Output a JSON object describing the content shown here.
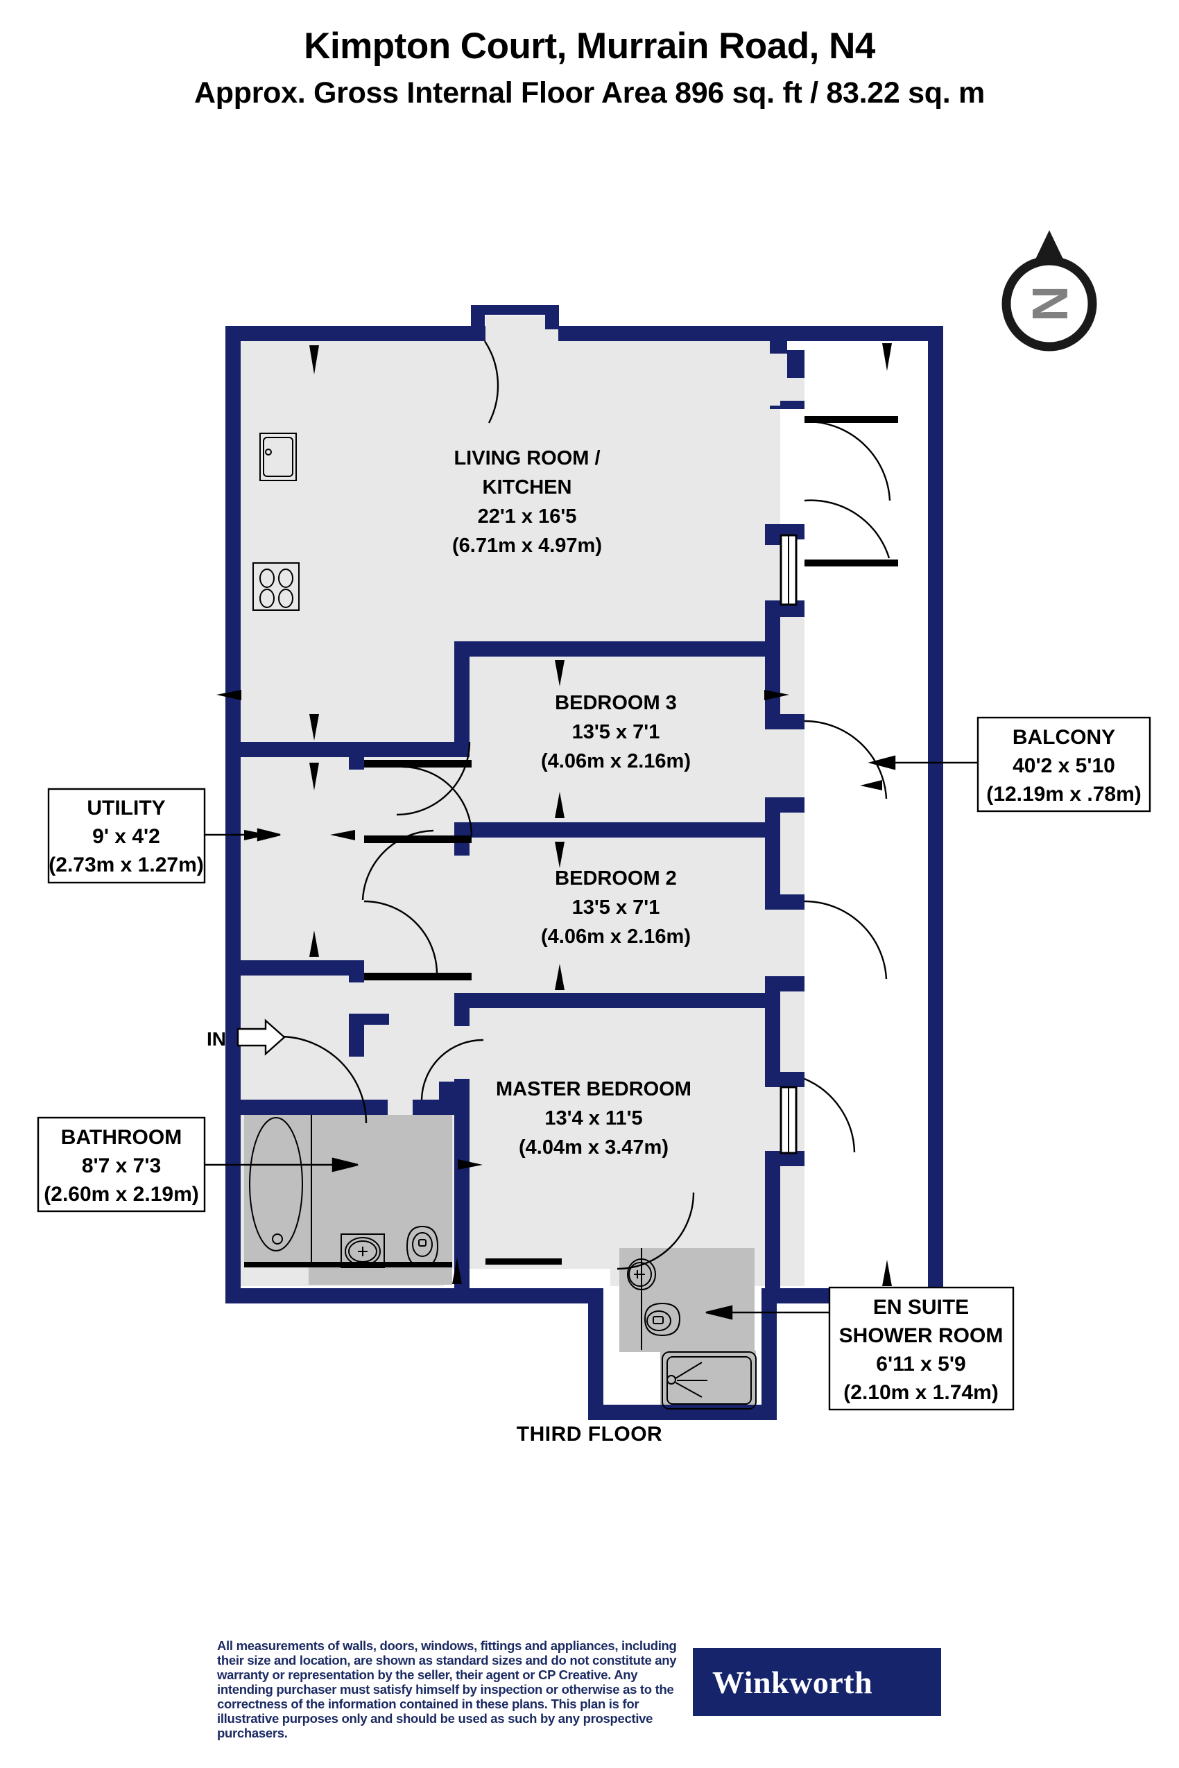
{
  "header": {
    "title": "Kimpton Court, Murrain Road, N4",
    "subtitle": "Approx. Gross Internal Floor Area 896 sq. ft / 83.22 sq. m"
  },
  "compass": {
    "label": "N",
    "name": "north-arrow"
  },
  "entrance": {
    "label": "IN"
  },
  "floor_label": "THIRD FLOOR",
  "rooms": [
    {
      "id": "living-kitchen",
      "name_line1": "LIVING ROOM /",
      "name_line2": "KITCHEN",
      "imperial": "22'1 x 16'5",
      "metric": "(6.71m x 4.97m)"
    },
    {
      "id": "bedroom-3",
      "name_line1": "BEDROOM 3",
      "imperial": "13'5 x 7'1",
      "metric": "(4.06m x 2.16m)"
    },
    {
      "id": "bedroom-2",
      "name_line1": "BEDROOM 2",
      "imperial": "13'5 x 7'1",
      "metric": "(4.06m x 2.16m)"
    },
    {
      "id": "master-bedroom",
      "name_line1": "MASTER BEDROOM",
      "imperial": "13'4 x 11'5",
      "metric": "(4.04m x 3.47m)"
    }
  ],
  "callouts": [
    {
      "id": "utility",
      "name_line1": "UTILITY",
      "imperial": "9' x 4'2",
      "metric": "(2.73m x 1.27m)"
    },
    {
      "id": "bathroom",
      "name_line1": "BATHROOM",
      "imperial": "8'7 x 7'3",
      "metric": "(2.60m x 2.19m)"
    },
    {
      "id": "balcony",
      "name_line1": "BALCONY",
      "imperial": "40'2 x 5'10",
      "metric": "(12.19m x .78m)"
    },
    {
      "id": "en-suite-shower-room",
      "name_line1": "EN SUITE",
      "name_line2": "SHOWER ROOM",
      "imperial": "6'11 x 5'9",
      "metric": "(2.10m x 1.74m)"
    }
  ],
  "footer": {
    "disclaimer": "All measurements of walls, doors, windows, fittings and appliances, including their size and location, are shown as standard sizes and do not constitute any warranty or representation by the seller, their agent or CP Creative. Any intending purchaser must satisfy himself by inspection or otherwise as to the correctness of the information contained in these plans. This plan is for illustrative purposes only and should be used as such by any prospective purchasers.",
    "brand": "Winkworth"
  },
  "colors": {
    "wall": "#18226b",
    "wall_thin": "#000000",
    "room_fill": "#e8e8e8",
    "bath_fill": "#bfbfbf",
    "brand_navy": "#16256b",
    "disclaimer_navy": "#1b2a63",
    "compass_letter": "#808080"
  }
}
